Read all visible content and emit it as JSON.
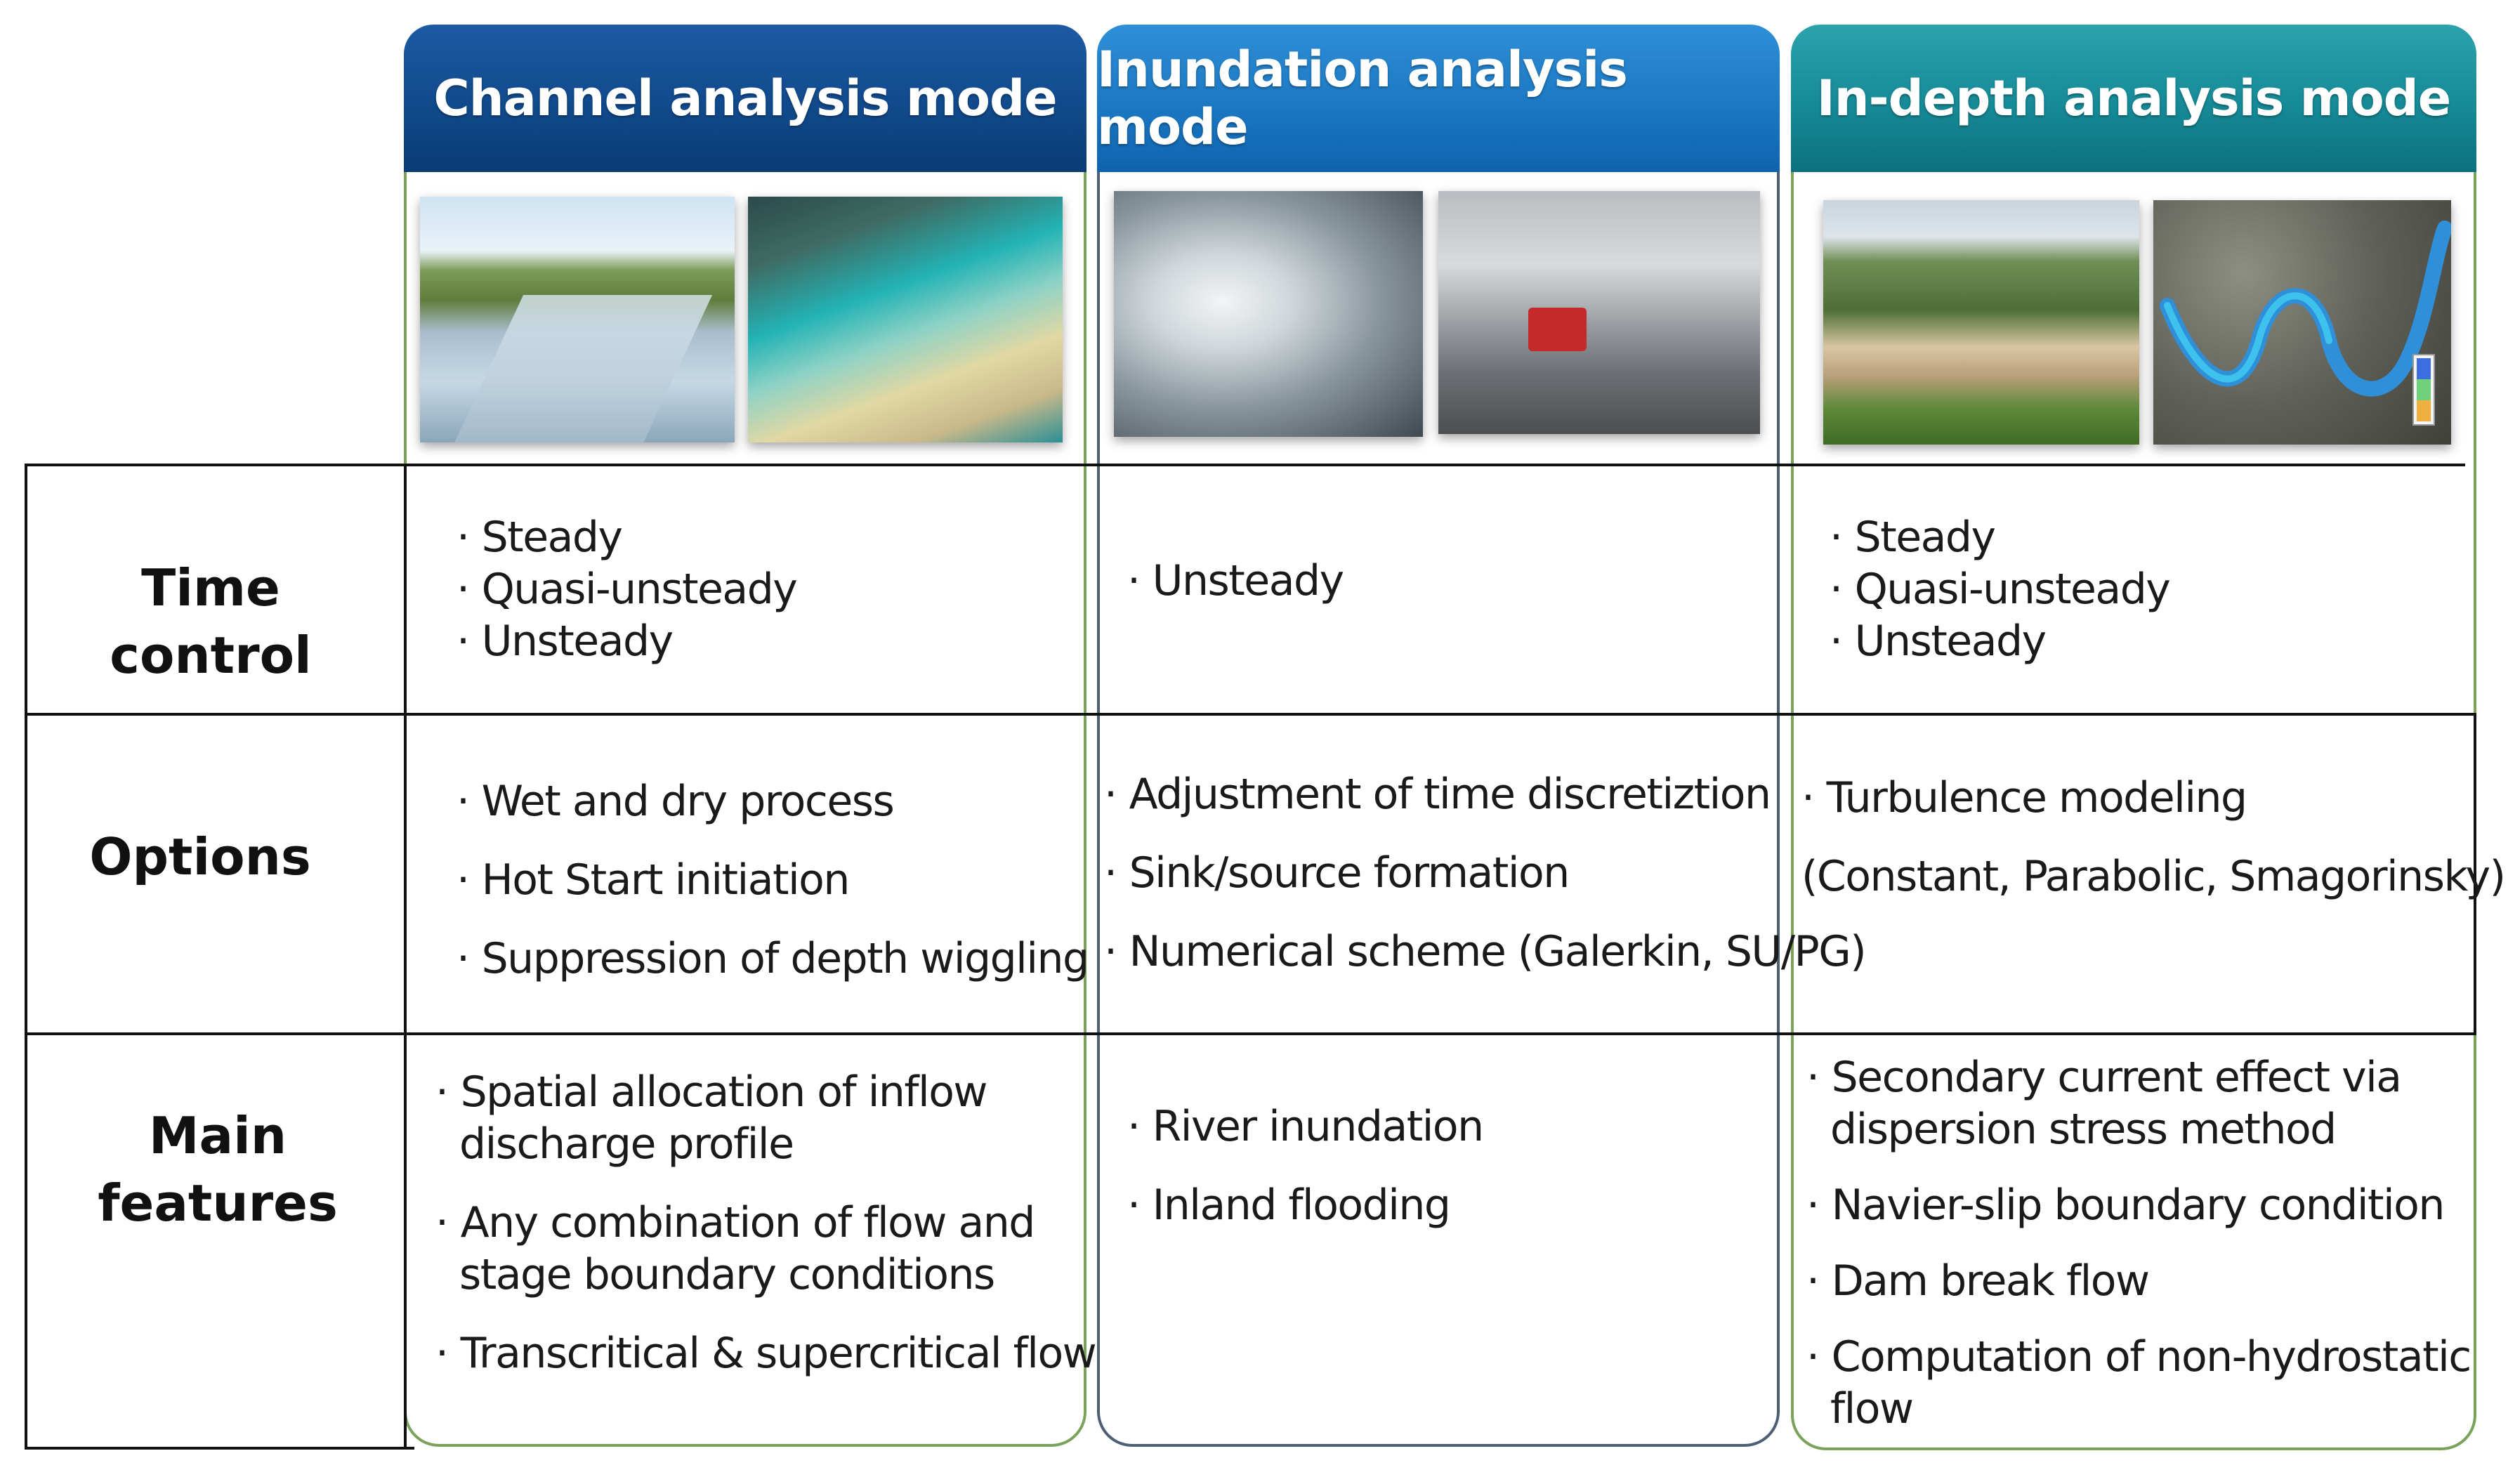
{
  "columns": [
    {
      "title": "Channel analysis mode",
      "color": "#0f4a8a"
    },
    {
      "title": "Inundation analysis mode",
      "color": "#1c78c3"
    },
    {
      "title": "In-depth analysis mode",
      "color": "#168a97"
    }
  ],
  "rows": {
    "time_control": {
      "label": "Time control",
      "channel": [
        "Steady",
        "Quasi-unsteady",
        "Unsteady"
      ],
      "inundation": [
        "Unsteady"
      ],
      "indepth": [
        "Steady",
        "Quasi-unsteady",
        "Unsteady"
      ]
    },
    "options": {
      "label": "Options",
      "channel": [
        "Wet and dry process",
        "Hot Start initiation",
        "Suppression of depth wiggling"
      ],
      "inundation": [
        "Adjustment of time discretiztion",
        "Sink/source formation",
        "Numerical scheme (Galerkin, SU/PG)"
      ],
      "indepth": [
        "Turbulence modeling",
        "(Constant, Parabolic, Smagorinsky)"
      ]
    },
    "main_features": {
      "label": "Main features",
      "channel": [
        [
          "Spatial allocation of inflow",
          "discharge profile"
        ],
        [
          "Any combination of flow and",
          "stage boundary conditions"
        ],
        [
          "Transcritical & supercritical flow"
        ]
      ],
      "inundation": [
        "River inundation",
        "Inland flooding"
      ],
      "indepth": [
        [
          "Secondary current effect via",
          "dispersion stress method"
        ],
        [
          "Navier-slip boundary condition"
        ],
        [
          "Dam break flow"
        ],
        [
          "Computation of non-hydrostatic",
          "flow"
        ]
      ]
    }
  }
}
